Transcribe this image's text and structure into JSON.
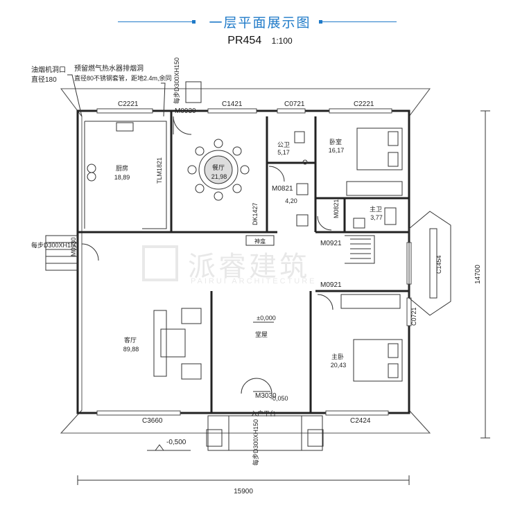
{
  "header": {
    "title": "一层平面展示图",
    "code": "PR454",
    "scale": "1:100"
  },
  "notes": {
    "chimney_line1": "油烟机洞口",
    "chimney_line2": "直径180",
    "heater_line1": "预留燃气热水器排烟洞",
    "heater_line2": "直径80不锈钢套管，距地2.4m,余同"
  },
  "rooms": [
    {
      "name": "厨房",
      "area": "18,89"
    },
    {
      "name": "餐厅",
      "area": "21,98"
    },
    {
      "name": "公卫",
      "area": "5,17"
    },
    {
      "name": "",
      "area": "4,20"
    },
    {
      "name": "卧室",
      "area": "16,17"
    },
    {
      "name": "主卫",
      "area": "3,77"
    },
    {
      "name": "客厅",
      "area": "89,88"
    },
    {
      "name": "堂屋",
      "area": "±0,000"
    },
    {
      "name": "主卧",
      "area": "20,43"
    },
    {
      "name": "神龛",
      "area": ""
    },
    {
      "name": "入户平台",
      "area": ""
    }
  ],
  "openings": {
    "top_windows": [
      "C2221",
      "C1421",
      "C0721",
      "C2221"
    ],
    "bottom_windows": [
      "C3660",
      "C2424"
    ],
    "right_windows": [
      "C1454",
      "C0721"
    ],
    "doors": [
      "M0930",
      "M0930",
      "M0821",
      "M0821",
      "M0921",
      "M0921",
      "M3030"
    ],
    "vertical_tags": [
      "TLM1821",
      "DK1427"
    ]
  },
  "steps": {
    "top": "每步D300XH150",
    "left": "每步D300XH150",
    "bottom": "每步D300XH150"
  },
  "levels": {
    "entry": "-0,050",
    "outside": "-0,500"
  },
  "dimensions": {
    "width": "15900",
    "height": "14700"
  },
  "watermark": {
    "cn": "派睿建筑",
    "en": "PAIRUI ARCHITECTURE"
  },
  "colors": {
    "accent": "#1f7ac8",
    "wall": "#222222"
  }
}
